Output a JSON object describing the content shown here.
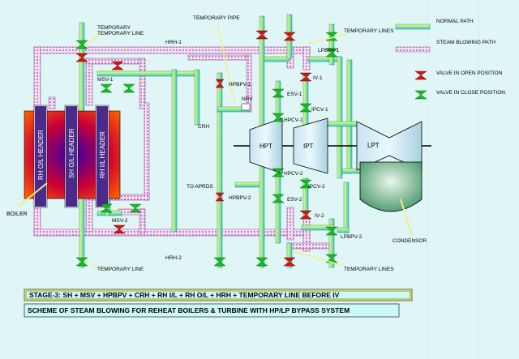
{
  "colors": {
    "normal_path": [
      "#ffff66",
      "#33cccc"
    ],
    "steam_blowing": "#cc99cc",
    "valve_open": "#e01010",
    "valve_close": "#10c020",
    "boiler": [
      "#ff6600",
      "#cc0033",
      "#3300aa"
    ]
  },
  "legend": {
    "normal_path": "NORMAL PATH",
    "steam_blowing_path": "STEAM BLOWING PATH",
    "valve_open": "VALVE IN OPEN POSITION",
    "valve_close": "VALVE IN CLOSE POSITION"
  },
  "boiler": {
    "label": "BOILER",
    "headers": [
      "RH O/L HEADER",
      "SH O/L HEADER",
      "RH I/L HEADER"
    ]
  },
  "turbines": {
    "hpt": "HPT",
    "ipt": "IPT",
    "lpt": "LPT"
  },
  "condensor": "CONDENSOR",
  "pipes": {
    "hrh1": "HRH-1",
    "hrh2": "HRH-2",
    "crh": "CRH",
    "to_aprds": "TO APRDS"
  },
  "temporary": {
    "line_top_left": "TEMPORARY LINE",
    "pipe_top": "TEMPORARY PIPE",
    "lines_top_right": "TEMPORARY LINES",
    "line_bottom_left": "TEMPORARY LINE",
    "lines_bottom_right": "TEMPORARY LINES"
  },
  "valves": {
    "msv1": "MSV-1",
    "msv2": "MSV-2",
    "hpbpv1": "HPBPV-1",
    "hpbpv2": "HPBPV-2",
    "nrv": "NRV",
    "esv1": "ESV-1",
    "esv2": "ESV-2",
    "hpcv1": "HPCV-1",
    "hpcv2": "HPCV-2",
    "iv1": "IV-1",
    "iv2": "IV-2",
    "ipcv1": "IPCV-1",
    "ipcv2": "IPCV-2",
    "lpbpv1": "LPBPV-1",
    "lpbpv2": "LPBPV-2"
  },
  "stage_text": "STAGE-3:     SH + MSV + HPBPV + CRH + RH I/L + RH O/L + HRH + TEMPORARY LINE BEFORE IV",
  "scheme_text": "SCHEME OF STEAM BLOWING FOR REHEAT BOILERS & TURBINE WITH HP/LP BYPASS SYSTEM"
}
